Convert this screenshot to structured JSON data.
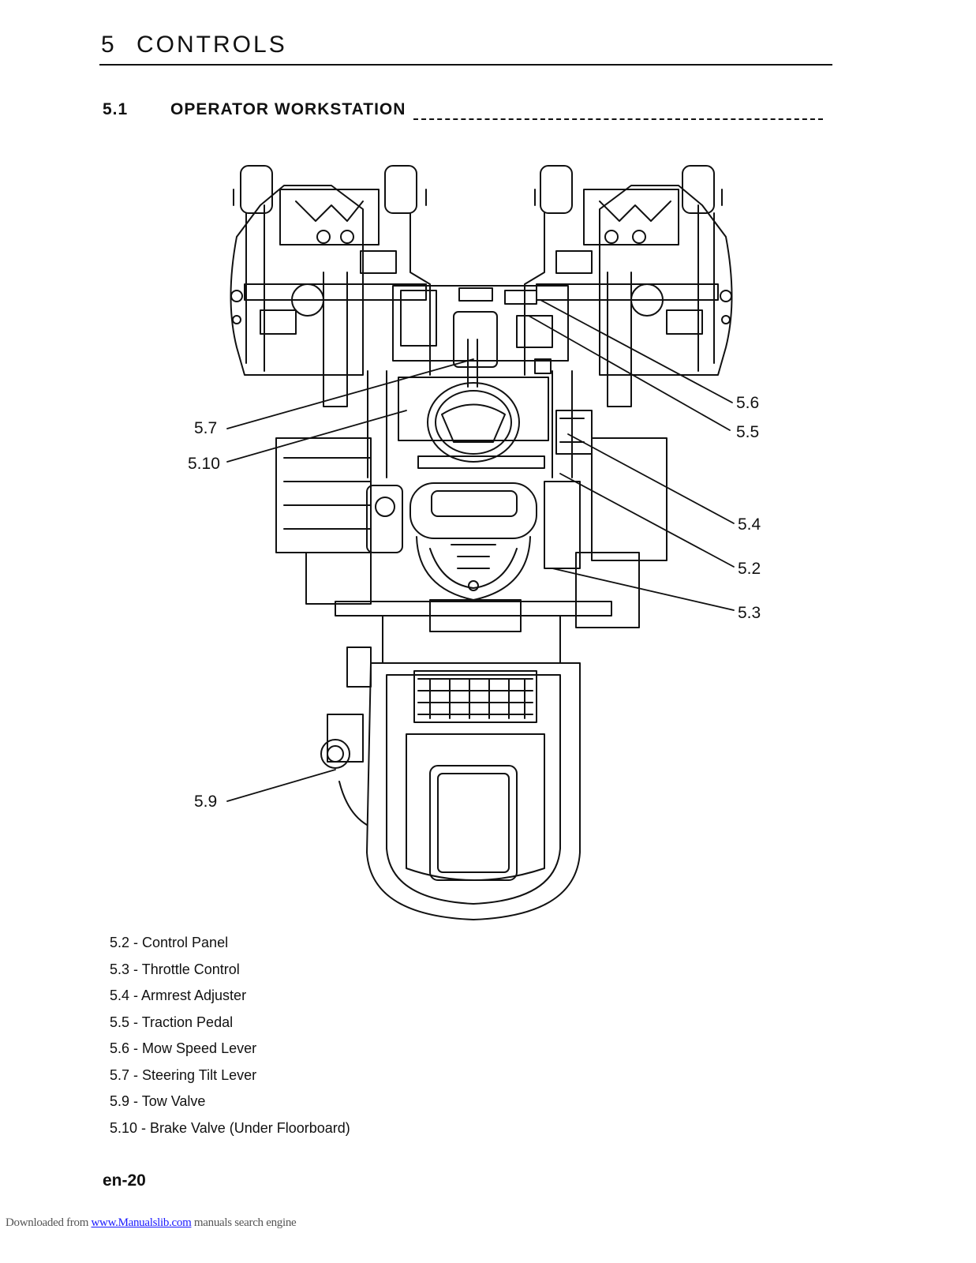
{
  "header": {
    "chapter": "5   CONTROLS"
  },
  "section": {
    "number": "5.1",
    "title": "OPERATOR WORKSTATION"
  },
  "figure": {
    "callouts": {
      "c56": "5.6",
      "c55": "5.5",
      "c57": "5.7",
      "c510": "5.10",
      "c54": "5.4",
      "c52": "5.2",
      "c53": "5.3",
      "c59": "5.9"
    }
  },
  "legend": [
    "5.2 - Control Panel",
    "5.3 - Throttle Control",
    "5.4 - Armrest Adjuster",
    "5.5 - Traction Pedal",
    "5.6 - Mow Speed Lever",
    "5.7 - Steering Tilt Lever",
    "5.9 - Tow Valve",
    "5.10 - Brake Valve (Under Floorboard)"
  ],
  "page_number": "en-20",
  "footer": {
    "prefix": "Downloaded from ",
    "link": "www.Manualslib.com",
    "suffix": " manuals search engine"
  }
}
